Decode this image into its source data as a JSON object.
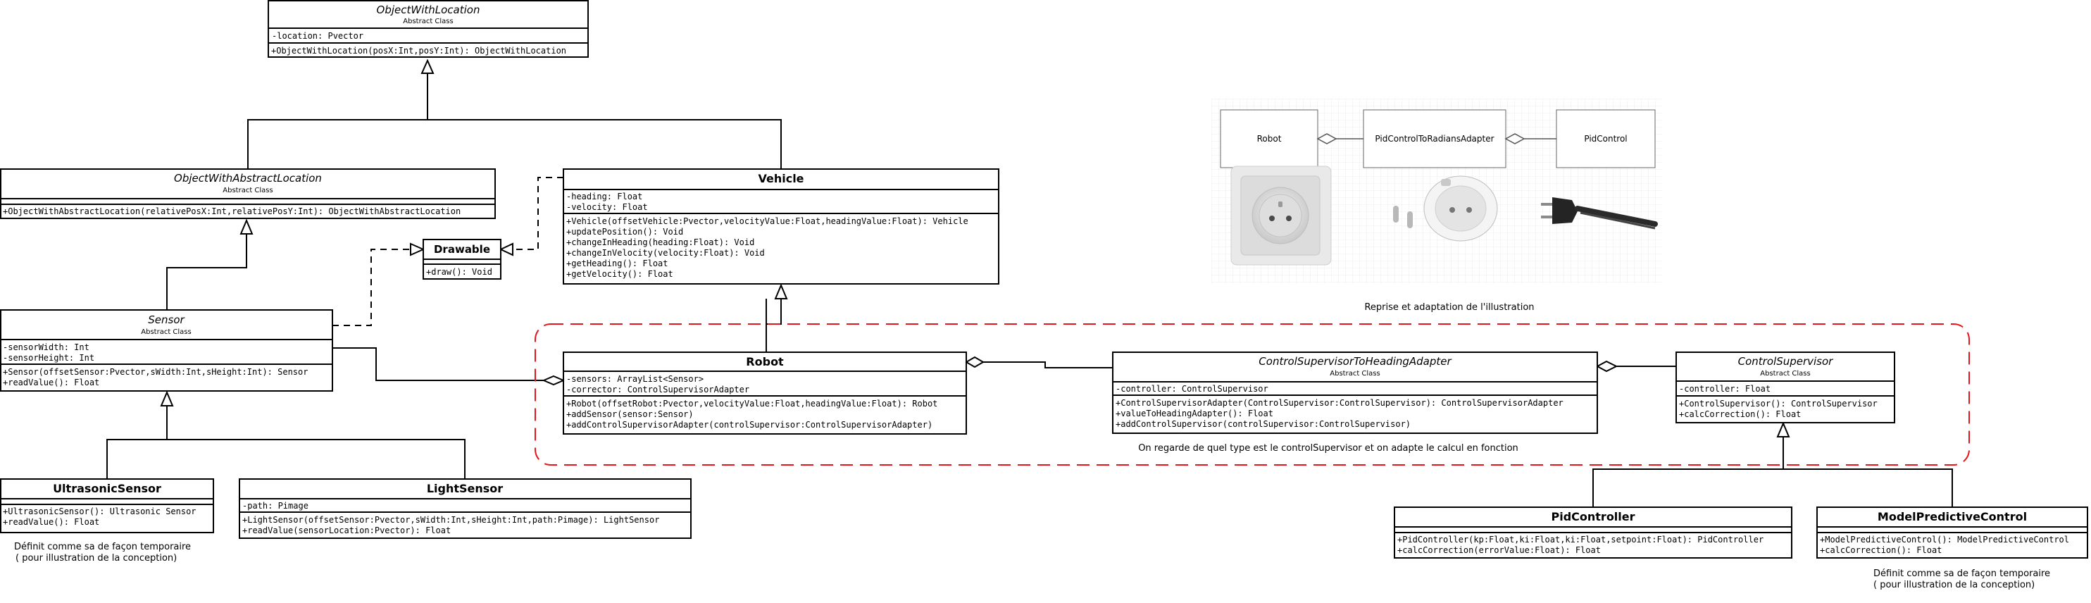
{
  "classes": {
    "objectWithLocation": {
      "name": "ObjectWithLocation",
      "stereotype": "Abstract Class",
      "attrs": [
        "-location: Pvector"
      ],
      "methods": [
        "+ObjectWithLocation(posX:Int,posY:Int): ObjectWithLocation"
      ]
    },
    "objectWithAbstractLocation": {
      "name": "ObjectWithAbstractLocation",
      "stereotype": "Abstract Class",
      "attrs": [],
      "methods": [
        "+ObjectWithAbstractLocation(relativePosX:Int,relativePosY:Int): ObjectWithAbstractLocation"
      ]
    },
    "vehicle": {
      "name": "Vehicle",
      "attrs": [
        "-heading: Float",
        "-velocity: Float"
      ],
      "methods": [
        "+Vehicle(offsetVehicle:Pvector,velocityValue:Float,headingValue:Float): Vehicle",
        "+updatePosition(): Void",
        "+changeInHeading(heading:Float): Void",
        "+changeInVelocity(velocity:Float): Void",
        "+getHeading(): Float",
        "+getVelocity(): Float"
      ]
    },
    "drawable": {
      "name": "Drawable",
      "attrs": [],
      "methods": [
        "+draw(): Void"
      ]
    },
    "sensor": {
      "name": "Sensor",
      "stereotype": "Abstract Class",
      "attrs": [
        "-sensorWidth: Int",
        "-sensorHeight: Int"
      ],
      "methods": [
        "+Sensor(offsetSensor:Pvector,sWidth:Int,sHeight:Int): Sensor",
        "+readValue(): Float"
      ]
    },
    "robot": {
      "name": "Robot",
      "attrs": [
        "-sensors: ArrayList<Sensor>",
        "-corrector: ControlSupervisorAdapter"
      ],
      "methods": [
        "+Robot(offsetRobot:Pvector,velocityValue:Float,headingValue:Float): Robot",
        "+addSensor(sensor:Sensor)",
        "+addControlSupervisorAdapter(controlSupervisor:ControlSupervisorAdapter)"
      ]
    },
    "controlSupervisorToHeadingAdapter": {
      "name": "ControlSupervisorToHeadingAdapter",
      "stereotype": "Abstract Class",
      "attrs": [
        "-controller: ControlSupervisor"
      ],
      "methods": [
        "+ControlSupervisorAdapter(ControlSupervisor:ControlSupervisor): ControlSupervisorAdapter",
        "+valueToHeadingAdapter(): Float",
        "+addControlSupervisor(controlSupervisor:ControlSupervisor)"
      ]
    },
    "controlSupervisor": {
      "name": "ControlSupervisor",
      "stereotype": "Abstract Class",
      "attrs": [
        "-controller: Float"
      ],
      "methods": [
        "+ControlSupervisor(): ControlSupervisor",
        "+calcCorrection(): Float"
      ]
    },
    "ultrasonicSensor": {
      "name": "UltrasonicSensor",
      "attrs": [],
      "methods": [
        "+UltrasonicSensor(): Ultrasonic Sensor",
        "+readValue(): Float"
      ]
    },
    "lightSensor": {
      "name": "LightSensor",
      "attrs": [
        "-path: Pimage"
      ],
      "methods": [
        "+LightSensor(offsetSensor:Pvector,sWidth:Int,sHeight:Int,path:Pimage): LightSensor",
        "+readValue(sensorLocation:Pvector): Float"
      ]
    },
    "pidController": {
      "name": "PidController",
      "attrs": [],
      "methods": [
        "+PidController(kp:Float,ki:Float,ki:Float,setpoint:Float): PidController",
        "+calcCorrection(errorValue:Float): Float"
      ]
    },
    "modelPredictiveControl": {
      "name": "ModelPredictiveControl",
      "attrs": [],
      "methods": [
        "+ModelPredictiveControl(): ModelPredictiveControl",
        "+calcCorrection(): Float"
      ]
    }
  },
  "illustration": {
    "box_robot": "Robot",
    "box_adapter": "PidControlToRadiansAdapter",
    "box_pid": "PidControl",
    "caption": "Reprise et adaptation de l'illustration"
  },
  "notes": {
    "adapter_region": "On regarde de quel type est le controlSupervisor et on adapte le calcul en fonction",
    "ultrasonic_line1": "Définit comme sa de façon temporaire",
    "ultrasonic_line2": "( pour illustration de la conception)",
    "mpc_line1": "Définit comme sa de façon temporaire",
    "mpc_line2": "( pour illustration de la conception)"
  },
  "colors": {
    "line": "#000000",
    "dashed_region": "#e8141b",
    "text": "#000000"
  }
}
